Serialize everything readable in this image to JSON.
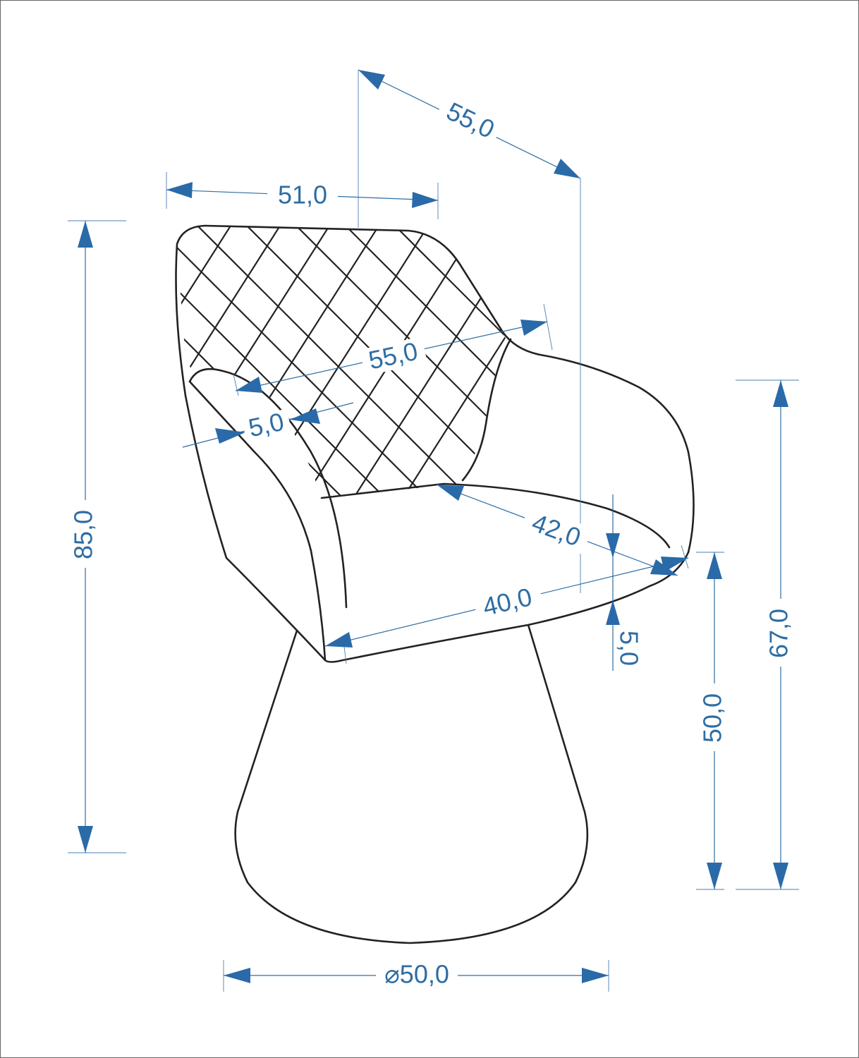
{
  "dimensions": {
    "back_width": "51,0",
    "total_depth": "55,0",
    "inner_width": "55,0",
    "armrest_thickness": "5,0",
    "seat_depth": "42,0",
    "seat_width": "40,0",
    "seat_thickness": "5,0",
    "total_height": "85,0",
    "armrest_height": "67,0",
    "seat_height": "50,0",
    "base_diameter": "⌀50,0"
  },
  "colors": {
    "outline": "#222222",
    "dimension_line": "#2e6da4",
    "arrow": "#2a6aa8"
  }
}
